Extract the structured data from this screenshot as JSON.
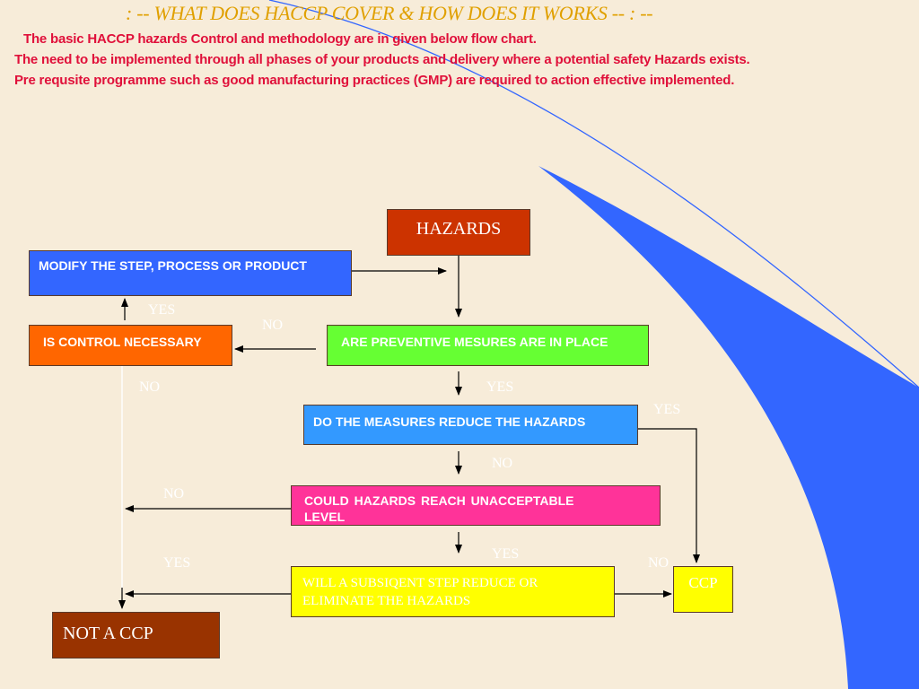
{
  "title": ": --  WHAT DOES HACCP COVER & HOW DOES IT WORKS -- : --",
  "intro": [
    "The basic HACCP hazards Control and methodology are in given below flow  chart.",
    "The need to be implemented through all phases of your products and delivery where a potential safety  Hazards  exists.",
    "Pre requsite programme such as good manufacturing practices (GMP) are required to action  effective implemented."
  ],
  "flow": {
    "hazards": "HAZARDS",
    "modify": "MODIFY THE STEP, PROCESS  OR  PRODUCT",
    "control_necessary": "IS CONTROL NECESSARY",
    "preventive": "ARE PREVENTIVE MESURES ARE IN PLACE",
    "reduce": "DO THE  MEASURES REDUCE THE HAZARDS",
    "reach": "COULD  HAZARDS  REACH  UNACCEPTABLE LEVEL",
    "subsequent": "WILL  A SUBSIQENT STEP REDUCE OR  ELIMINATE  THE  HAZARDS",
    "ccp": "CCP",
    "not_ccp": "NOT A CCP"
  },
  "labels": {
    "yes_modify": "YES",
    "no_preventive": "NO",
    "no_control": "NO",
    "yes_preventive": "YES",
    "yes_reduce": "YES",
    "no_reduce": "NO",
    "no_reach": "NO",
    "yes_reach": "YES",
    "yes_subsequent": "YES",
    "no_subsequent": "NO"
  },
  "colors": {
    "background": "#f7ecd9",
    "title": "#e0a000",
    "intro_text": "#e0103a",
    "decorative_swoosh": "#3366ff",
    "hazards_box": "#cc3300",
    "modify_box": "#3366ff",
    "control_box": "#ff6600",
    "preventive_box": "#66ff33",
    "reduce_box": "#3399ff",
    "reach_box": "#ff3399",
    "subsequent_box": "#ffff00",
    "ccp_box": "#ffff00",
    "not_ccp_box": "#993300"
  }
}
